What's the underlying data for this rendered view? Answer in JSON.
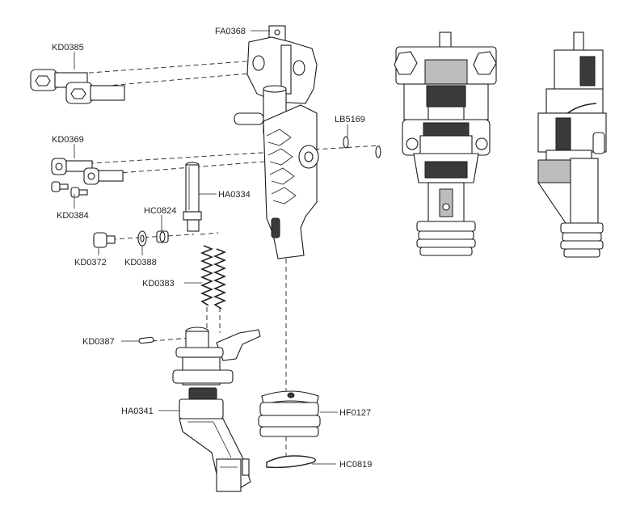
{
  "labels": {
    "fa0368": "FA0368",
    "kd0385": "KD0385",
    "lb5169": "LB5169",
    "kd0369": "KD0369",
    "ha0334": "HA0334",
    "kd0384": "KD0384",
    "hc0824": "HC0824",
    "kd0372": "KD0372",
    "kd0388": "KD0388",
    "kd0383": "KD0383",
    "kd0387": "KD0387",
    "ha0341": "HA0341",
    "hf0127": "HF0127",
    "hc0819": "HC0819"
  }
}
